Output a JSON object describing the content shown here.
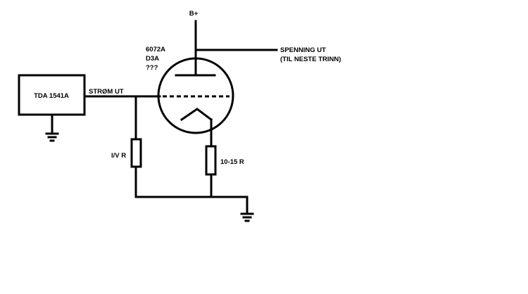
{
  "labels": {
    "chip": "TDA 1541A",
    "current_out": "STRØM UT",
    "supply": "B+",
    "tube_line1": "6072A",
    "tube_line2": "D3A",
    "tube_line3": "???",
    "voltage_out_line1": "SPENNING UT",
    "voltage_out_line2": "(TIL NESTE TRINN)",
    "iv_resistor": "I/V R",
    "cathode_resistor": "10-15 R"
  },
  "colors": {
    "ink": "#000000",
    "background": "#ffffff"
  }
}
